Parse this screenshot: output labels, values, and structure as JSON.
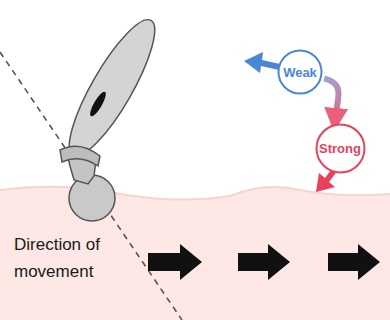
{
  "diagram": {
    "nodes": [
      {
        "text": [
          "Weak"
        ]
      },
      {
        "text": [
          "Strong"
        ]
      }
    ],
    "edges": [
      {
        "from": 0,
        "to": 1,
        "arrow": "to"
      }
    ],
    "labels": [
      "Direction of movement"
    ]
  }
}
